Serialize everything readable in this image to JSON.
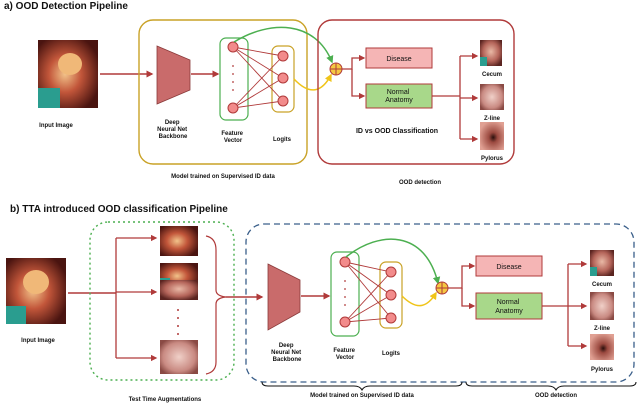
{
  "panel_a": {
    "title": "a) OOD Detection Pipeline",
    "input_label": "Input Image",
    "backbone_label": [
      "Deep",
      "Neural Net",
      "Backbone"
    ],
    "feature_label": [
      "Feature",
      "Vector"
    ],
    "logits_label": "Logits",
    "model_caption": "Model trained on Supervised ID data",
    "disease_label": "Disease",
    "normal_label": [
      "Normal",
      "Anatomy"
    ],
    "classification_label": "ID  vs  OOD Classification",
    "ood_caption": "OOD detection",
    "classes": [
      "Cecum",
      "Z-line",
      "Pylorus"
    ]
  },
  "panel_b": {
    "title": "b) TTA introduced OOD classification Pipeline",
    "input_label": "Input Image",
    "tta_caption": "Test Time Augmentations",
    "backbone_label": [
      "Deep",
      "Neural Net",
      "Backbone"
    ],
    "feature_label": [
      "Feature",
      "Vector"
    ],
    "logits_label": "Logits",
    "model_caption": "Model trained on Supervised ID data",
    "disease_label": "Disease",
    "normal_label": [
      "Normal",
      "Anatomy"
    ],
    "ood_caption": "OOD detection",
    "classes": [
      "Cecum",
      "Z-line",
      "Pylorus"
    ]
  },
  "colors": {
    "arrow": "#b03a3a",
    "model_box": "#c9a227",
    "ood_box": "#b03a3a",
    "tta_box": "#4caf50",
    "dashed_blue": "#3a5f8a",
    "node_fill": "#f28b8b",
    "node_stroke": "#b03a3a",
    "disease_fill": "#f5b5b5",
    "normal_fill": "#a8d88a",
    "green_arrow": "#4caf50",
    "yellow_arrow": "#f0c419",
    "combiner_fill": "#f5c842"
  }
}
